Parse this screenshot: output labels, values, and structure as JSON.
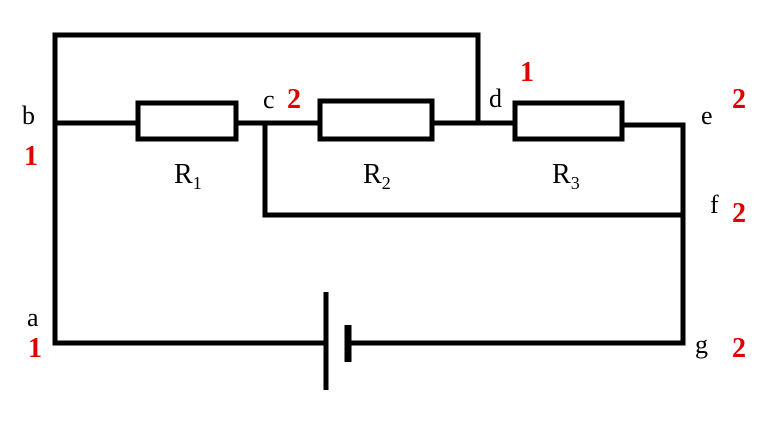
{
  "colors": {
    "wire": "#000000",
    "potential": "#e00000"
  },
  "nodes": {
    "a": {
      "label": "a",
      "potential": "1"
    },
    "b": {
      "label": "b",
      "potential": "1"
    },
    "c": {
      "label": "c",
      "potential": "2"
    },
    "d": {
      "label": "d",
      "potential": "1"
    },
    "e": {
      "label": "e",
      "potential": "2"
    },
    "f": {
      "label": "f",
      "potential": "2"
    },
    "g": {
      "label": "g",
      "potential": "2"
    }
  },
  "resistors": [
    {
      "letter": "R",
      "sub": "1"
    },
    {
      "letter": "R",
      "sub": "2"
    },
    {
      "letter": "R",
      "sub": "3"
    }
  ],
  "battery": {
    "icon": "battery-cell-icon"
  }
}
